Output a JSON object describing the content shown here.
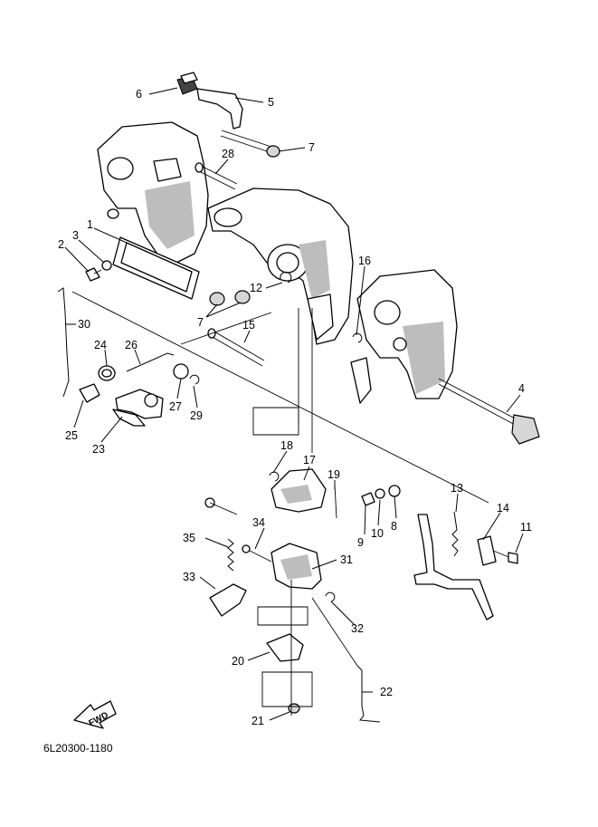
{
  "diagram": {
    "reference": "6L20300-1180",
    "fwd_label": "FWD",
    "callouts": [
      {
        "id": "1",
        "label": "1"
      },
      {
        "id": "2",
        "label": "2"
      },
      {
        "id": "3",
        "label": "3"
      },
      {
        "id": "4",
        "label": "4"
      },
      {
        "id": "5",
        "label": "5"
      },
      {
        "id": "6",
        "label": "6"
      },
      {
        "id": "7a",
        "label": "7"
      },
      {
        "id": "7b",
        "label": "7"
      },
      {
        "id": "8",
        "label": "8"
      },
      {
        "id": "9",
        "label": "9"
      },
      {
        "id": "10",
        "label": "10"
      },
      {
        "id": "11",
        "label": "11"
      },
      {
        "id": "12",
        "label": "12"
      },
      {
        "id": "13",
        "label": "13"
      },
      {
        "id": "14",
        "label": "14"
      },
      {
        "id": "15",
        "label": "15"
      },
      {
        "id": "16",
        "label": "16"
      },
      {
        "id": "17",
        "label": "17"
      },
      {
        "id": "18",
        "label": "18"
      },
      {
        "id": "19",
        "label": "19"
      },
      {
        "id": "20",
        "label": "20"
      },
      {
        "id": "21",
        "label": "21"
      },
      {
        "id": "22",
        "label": "22"
      },
      {
        "id": "23",
        "label": "23"
      },
      {
        "id": "24",
        "label": "24"
      },
      {
        "id": "25",
        "label": "25"
      },
      {
        "id": "26",
        "label": "26"
      },
      {
        "id": "27",
        "label": "27"
      },
      {
        "id": "28",
        "label": "28"
      },
      {
        "id": "29",
        "label": "29"
      },
      {
        "id": "30",
        "label": "30"
      },
      {
        "id": "31",
        "label": "31"
      },
      {
        "id": "32",
        "label": "32"
      },
      {
        "id": "33",
        "label": "33"
      },
      {
        "id": "34",
        "label": "34"
      },
      {
        "id": "35",
        "label": "35"
      }
    ]
  }
}
